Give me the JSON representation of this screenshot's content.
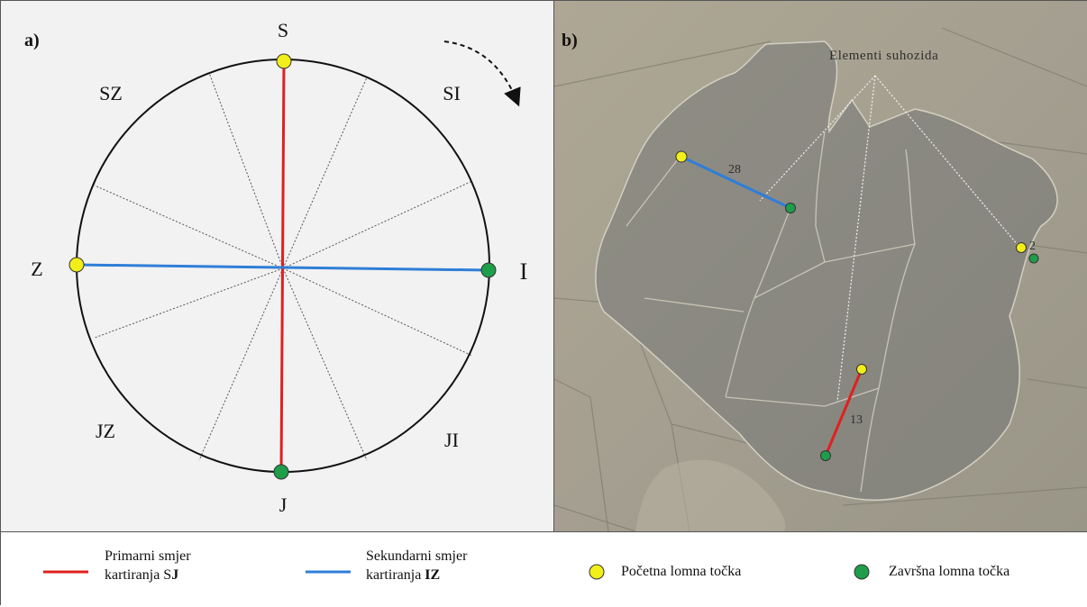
{
  "panel_a": {
    "label": "a)",
    "directions": {
      "north": "S",
      "northeast": "SI",
      "east": "I",
      "southeast": "JI",
      "south": "J",
      "southwest": "JZ",
      "west": "Z",
      "northwest": "SZ"
    }
  },
  "panel_b": {
    "label": "b)",
    "annotation": "Elementi suhozida",
    "segment_labels": [
      "28",
      "13",
      "2"
    ]
  },
  "legend": {
    "primary_line": {
      "line1": "Primarni smjer",
      "line2_prefix": "kartiranja S",
      "line2_bold": "J",
      "color": "#e02020"
    },
    "secondary_line": {
      "line1": "Sekundarni smjer",
      "line2_prefix": "kartiranja ",
      "line2_bold": "IZ",
      "color": "#2f7ed8"
    },
    "start_point": {
      "label": "Početna lomna točka",
      "color": "#f2ee1a"
    },
    "end_point": {
      "label": "Završna lomna točka",
      "color": "#1e9e4a"
    }
  },
  "colors": {
    "primary": "#e02020",
    "secondary": "#2f7ed8",
    "start": "#f2ee1a",
    "end": "#1e9e4a",
    "panel_a_bg": "#f2f2f2"
  }
}
